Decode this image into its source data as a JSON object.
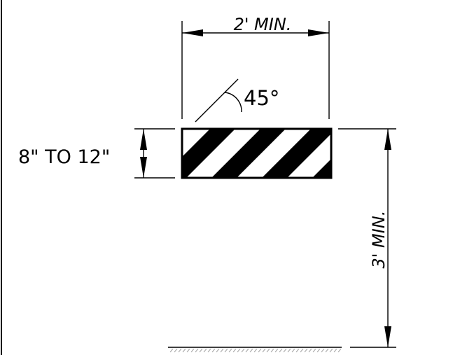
{
  "dimensions": {
    "width_label": "2' MIN.",
    "height_label": "3' MIN.",
    "stripe_height_label": "8\" TO 12\"",
    "angle_label": "45°"
  },
  "colors": {
    "line": "#000000",
    "background": "#ffffff",
    "ground_hatch": "#9a9a9a"
  }
}
